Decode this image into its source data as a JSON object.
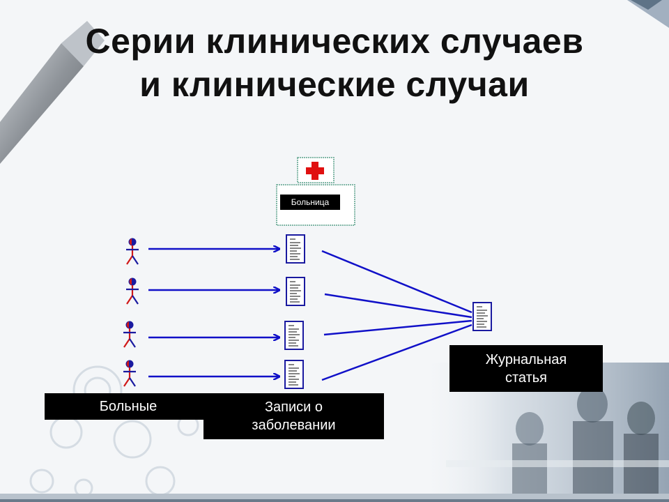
{
  "title": {
    "line1": "Серии клинических случаев",
    "line2": "и клинические случаи"
  },
  "hospital": {
    "label": "Больница"
  },
  "labels": {
    "patients": "Больные",
    "records_line1": "Записи о",
    "records_line2": "заболевании",
    "journal_line1": "Журнальная",
    "journal_line2": "статья"
  },
  "colors": {
    "arrow": "#1010c8",
    "person_head": "#1a1aa0",
    "person_body": "#d01818",
    "cross": "#e01010",
    "hospital_border": "#5aa08a"
  },
  "icons": [
    "person-icon",
    "document-icon",
    "hospital-cross-icon",
    "arrow"
  ]
}
